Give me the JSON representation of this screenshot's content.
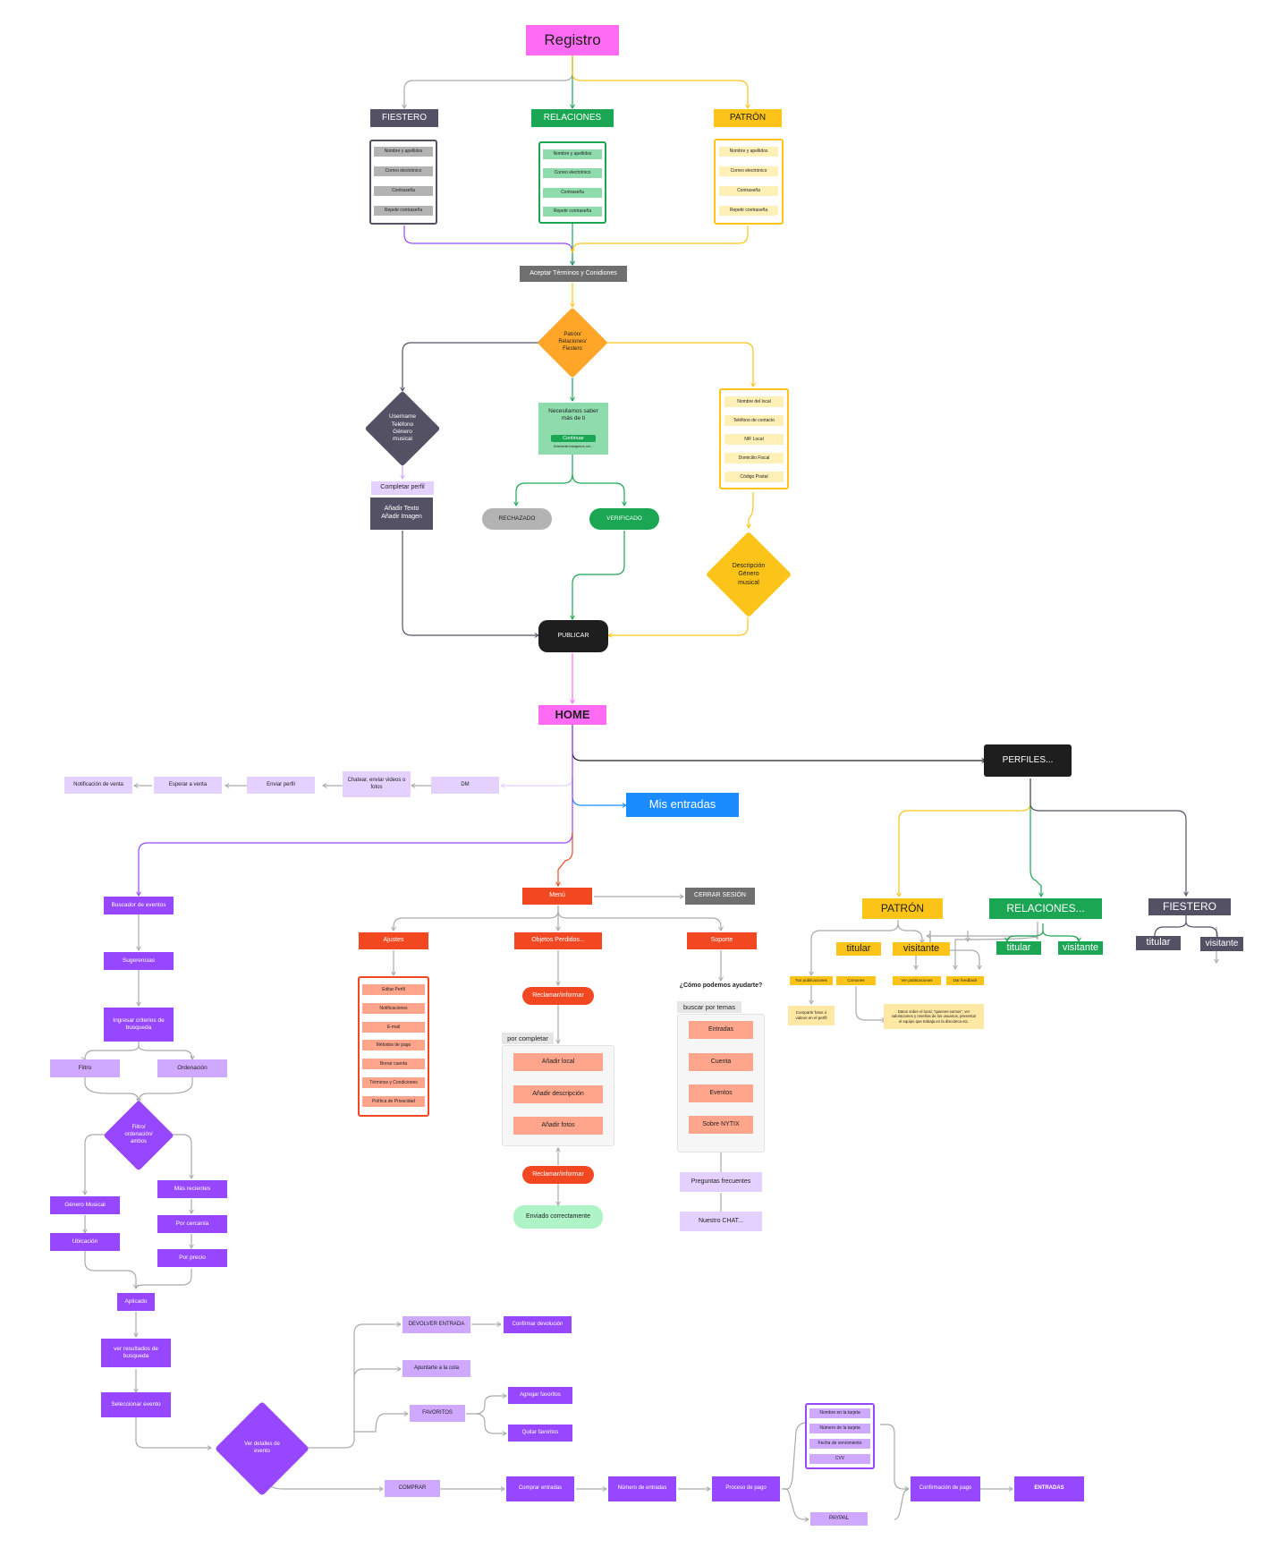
{
  "registro": {
    "title": "Registro",
    "roles": {
      "fiestero": "FIESTERO",
      "relaciones": "RELACIONES",
      "patron": "PATRÓN"
    },
    "form_fields": [
      "Nombre y apellidos",
      "Correo electrónico",
      "Contraseña",
      "Repetir contraseña"
    ],
    "terms": "Aceptar Términos y Conidiones",
    "decision": "Patrón/\nRelaciones/\nFiestero",
    "fiestero_diamond": "Username\nTeléfono\nGénero\nmusical",
    "completar_perfil": "Completar perfil",
    "anadir": "Añadir Texto\nAñadir Imagen",
    "relaciones_box": "Necesitamos saber\nmás de ti",
    "continuar": "Continuar",
    "continuar_small": "Solamente trabajamos con...",
    "rechazado": "RECHAZADO",
    "verificado": "VERIFICADO",
    "patron_fields": [
      "Nombre del local",
      "Teléfono de contacto",
      "NIF Local",
      "Domicilio Fiscal",
      "Código Postal"
    ],
    "patron_diamond": "Descripción\nGénero\nmusical",
    "publicar": "PUBLICAR"
  },
  "home": {
    "title": "HOME",
    "perfiles": "PERFILES...",
    "mis_entradas": "Mis entradas",
    "dm_chain": [
      "DM",
      "Chatear, enviar videos o\nfotos",
      "Enviar perfil",
      "Esperar a venta",
      "Notificación de venta"
    ]
  },
  "menu": {
    "menu": "Menú",
    "cerrar": "CERRAR SESIÓN",
    "ajustes": "Ajustes",
    "ajustes_items": [
      "Editar Perfil",
      "Notificaciones",
      "E-mail",
      "Métodos de pago",
      "Borrar cuenta",
      "Términos y Condiciones",
      "Política de Privacidad"
    ],
    "objetos": "Objetos Perdidos...",
    "reclamar": "Reclamar/informar",
    "por_completar": "por completar",
    "objetos_items": [
      "Añadir local",
      "Añadir descripción",
      "Añadir fotos"
    ],
    "reclamar2": "Reclamar/informar",
    "enviado": "Enviado correctamente",
    "soporte": "Soporte",
    "ayuda": "¿Cómo podemos ayudarte?",
    "buscar": "buscar por temas",
    "temas": [
      "Entradas",
      "Cuenta",
      "Eventos",
      "Sobre NYTIX"
    ],
    "preguntas": "Preguntas frecuentes",
    "chat": "Nuestro CHAT..."
  },
  "perfiles": {
    "patron": "PATRÓN",
    "relaciones": "RELACIONES...",
    "fiestero": "FIESTERO",
    "titular": "titular",
    "visitante": "visitante",
    "tus_pub": "Tus publicaciones",
    "comunes": "Comunes",
    "ver_pub": "Ver publicaciones",
    "dar_feedback": "Dar feedback",
    "compartir": "Compartir fotos ó\nvideos en el perfil",
    "datos": "Datos sobre el local, \"quienes somos\", ver\nvaloraciones y reseñas de los usuarios, presentar\nel equipo que trabaja en la discoteca etc."
  },
  "buscador": {
    "buscador": "Buscador de eventos",
    "sugerencias": "Sugerencias",
    "criterios": "Ingresar criterios de\nbusqueda",
    "filtro": "Filtro",
    "ordenacion": "Ordenación",
    "decision": "Filtro/\nordenación/\nambos",
    "genero": "Género Musical",
    "ubicacion": "Ubicación",
    "recientes": "Más recientes",
    "cercania": "Por cercanía",
    "precio": "Por precio",
    "aplicado": "Aplicado",
    "resultados": "ver resultados de\nbusqueda",
    "seleccionar": "Seleccionar evento",
    "ver_detalles": "Ver detalles de\nevento",
    "devolver": "DEVOLVER ENTRADA",
    "confirmar_dev": "Confirmar devolución",
    "apuntarte": "Apuntarte a la cola",
    "favoritos": "FAVORITOS",
    "agregar_fav": "Agregar favoritos",
    "quitar_fav": "Quitar favoritos",
    "comprar": "COMPRAR",
    "comprar_entradas": "Comprar entradas",
    "numero": "Número de entradas",
    "proceso": "Proceso de pago",
    "tarjeta_fields": [
      "Nombre en la tarjeta",
      "Número de la tarjeta",
      "Fecha de vencimiento",
      "CVV"
    ],
    "paypal": "PAYPAL",
    "confirmacion": "Confirmación de pago",
    "entradas": "ENTRADAS"
  }
}
